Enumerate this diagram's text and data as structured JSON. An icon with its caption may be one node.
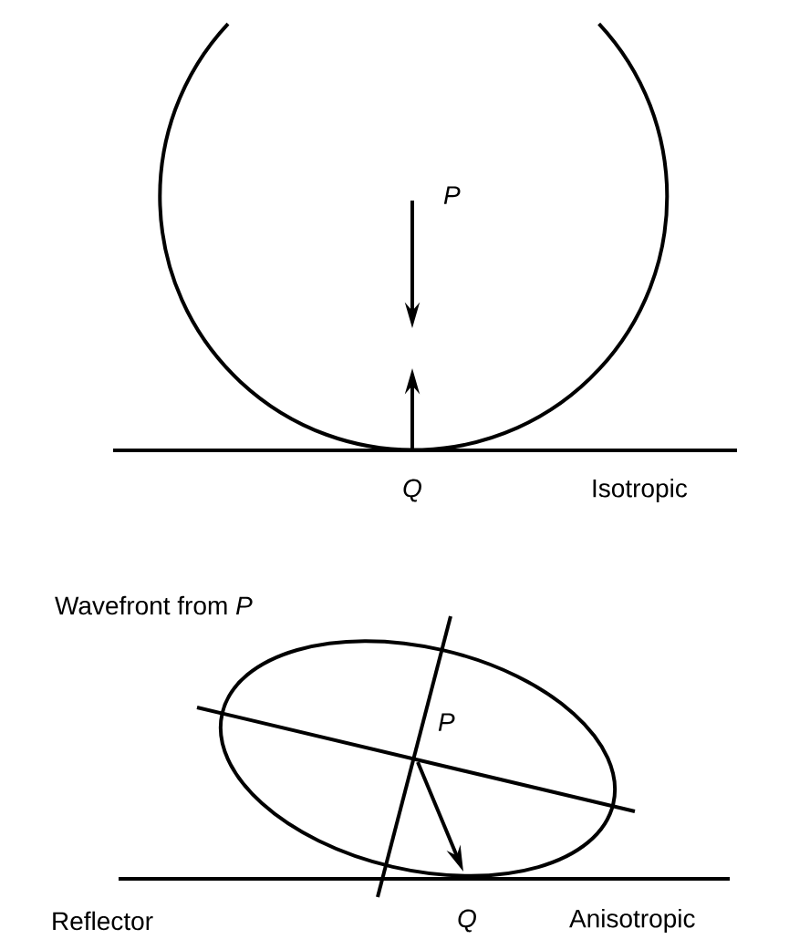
{
  "diagram": {
    "labels": [
      "P",
      "Q",
      "Isotropic",
      "Wavefront from *P*",
      "P",
      "Reflector",
      "Q",
      "Anisotropic"
    ]
  }
}
